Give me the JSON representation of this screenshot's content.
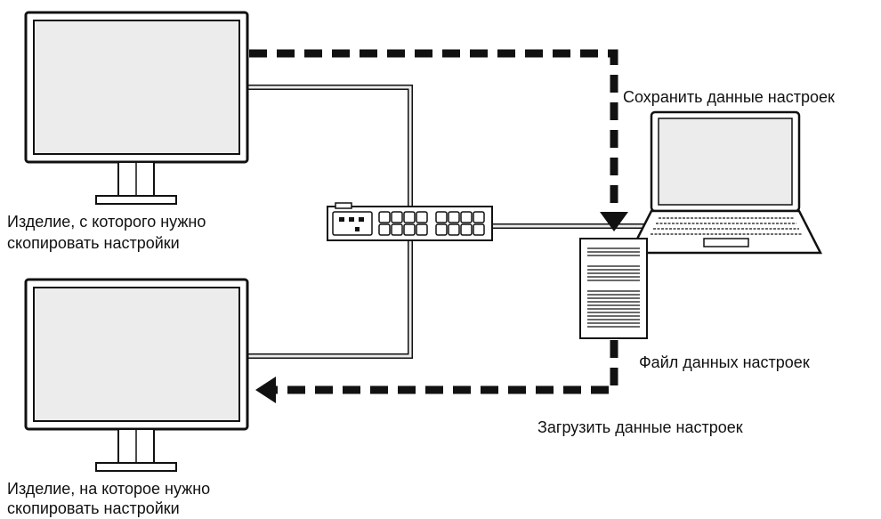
{
  "labels": {
    "source_monitor_line1": "Изделие, с которого нужно",
    "source_monitor_line2": "скопировать настройки",
    "target_monitor_line1": "Изделие, на которое нужно",
    "target_monitor_line2": "скопировать настройки",
    "save_settings": "Сохранить данные настроек",
    "settings_file": "Файл данных настроек",
    "load_settings": "Загрузить данные настроек"
  },
  "colors": {
    "stroke": "#111111",
    "screen_fill": "#ececec",
    "cable": "#9a9a9a",
    "background": "#ffffff"
  },
  "icons": [
    "monitor-icon",
    "network-switch-icon",
    "laptop-icon",
    "document-icon",
    "arrow-icon"
  ]
}
